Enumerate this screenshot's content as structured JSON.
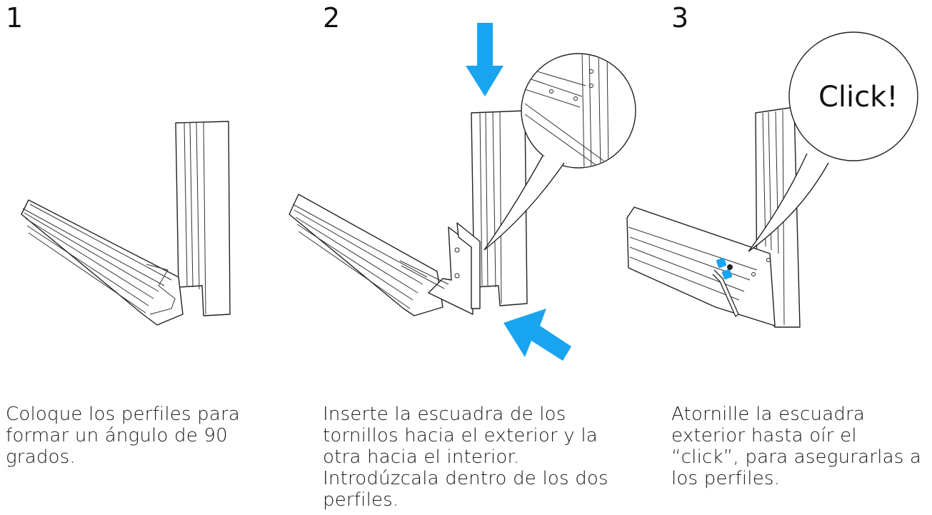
{
  "steps": [
    {
      "number": "1",
      "caption": "Coloque los perfiles para formar un ángulo de 90 grados."
    },
    {
      "number": "2",
      "caption": "Inserte la escuadra de los tornillos hacia el exterior y la otra hacia el interior. Introdúzcala dentro de los dos perfiles."
    },
    {
      "number": "3",
      "caption": "Atornille la escuadra exterior hasta oír el “click”, para asegurarlas a los perfiles."
    }
  ],
  "bubble_text": "Click!",
  "colors": {
    "arrow": "#19a4f0",
    "line": "#222222",
    "background": "#ffffff"
  }
}
